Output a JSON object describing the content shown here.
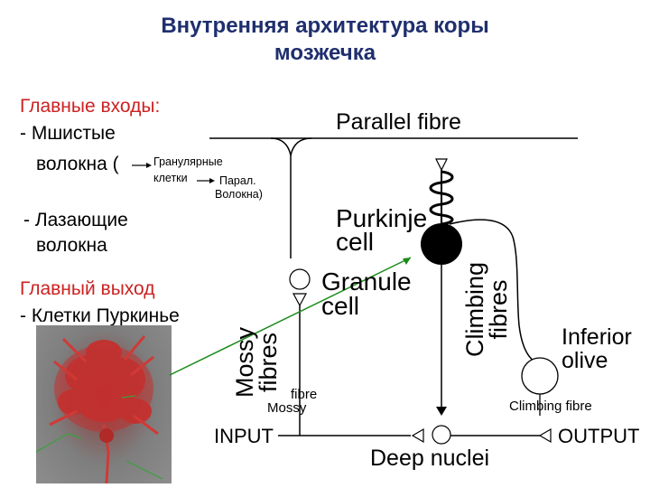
{
  "title": {
    "line1": "Внутренняя архитектура коры",
    "line2": "мозжечка"
  },
  "left_text": {
    "inputs_heading": "Главные входы:",
    "mossy_line1": "- Мшистые",
    "mossy_line2": "волокна (",
    "granule_small": "Гранулярные",
    "cells_small": "клетки",
    "paral_small_line1": "Парал.",
    "paral_small_line2": "Волокна)",
    "climbing_line1": "- Лазающие",
    "climbing_line2": "волокна",
    "output_heading": "Главный выход",
    "output_item": "- Клетки Пуркинье"
  },
  "labels": {
    "parallel_fibre": "Parallel fibre",
    "purkinje_line1": "Purkinje",
    "purkinje_line2": "cell",
    "granule_line1": "Granule",
    "granule_line2": "cell",
    "mossy_fibres_line1": "Mossy",
    "mossy_fibres_line2": "fibres",
    "climbing_fibres_line1": "Climbing",
    "climbing_fibres_line2": "fibres",
    "inferior_olive_line1": "Inferior",
    "inferior_olive_line2": "olive",
    "fibre_small": "fibre",
    "mossy_small": "Mossy",
    "climbing_fibre_small": "Climbing fibre",
    "input": "INPUT",
    "output": "OUTPUT",
    "deep_nuclei": "Deep nuclei"
  },
  "colors": {
    "title": "#1f2f6e",
    "red_text": "#cc2222",
    "pointer_line": "#1a8a1a"
  },
  "icons": [
    "purkinje-neuron-photo",
    "arrow-icon"
  ]
}
